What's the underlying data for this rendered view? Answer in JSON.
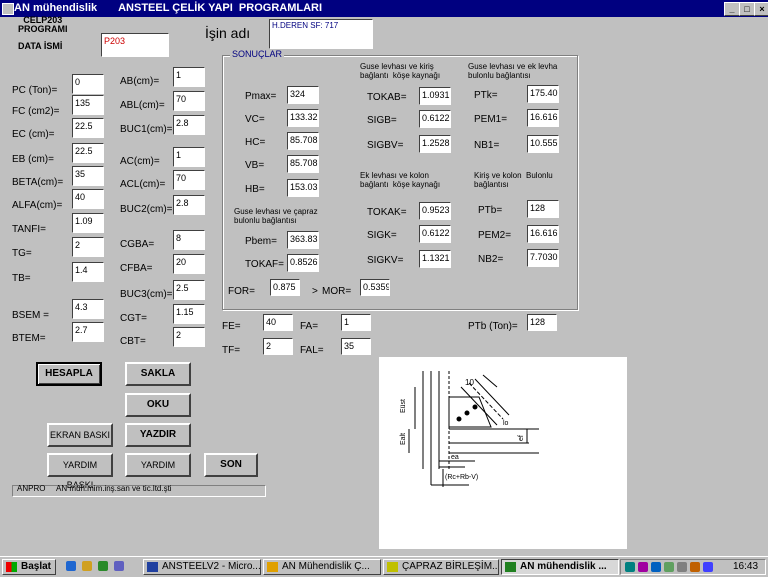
{
  "window": {
    "title": "AN mühendislik       ANSTEEL ÇELİK YAPI  PROGRAMLARI",
    "min": "_",
    "max": "□",
    "close": "×"
  },
  "header": {
    "program_name": "CELP203\nPROGRAMI",
    "data_label": "DATA İSMİ",
    "data_value": "P203",
    "job_label": "İşin adı",
    "job_value": "H.DEREN SF: 717"
  },
  "inputs_left": [
    {
      "label": "PC (Ton)=",
      "value": "0"
    },
    {
      "label": "FC (cm2)=",
      "value": "135"
    },
    {
      "label": "EC (cm)=",
      "value": "22.5"
    },
    {
      "label": "EB (cm)=",
      "value": "22.5"
    },
    {
      "label": "BETA(cm)=",
      "value": "35"
    },
    {
      "label": "ALFA(cm)=",
      "value": "40"
    },
    {
      "label": "TANFI=",
      "value": "1.09"
    },
    {
      "label": "TG=",
      "value": "2"
    },
    {
      "label": "TB=",
      "value": "1.4"
    },
    {
      "label": "BSEM =",
      "value": "4.3"
    },
    {
      "label": "BTEM=",
      "value": "2.7"
    }
  ],
  "inputs_mid": [
    {
      "label": "AB(cm)=",
      "value": "1"
    },
    {
      "label": "ABL(cm)=",
      "value": "70"
    },
    {
      "label": "BUC1(cm)=",
      "value": "2.8"
    },
    {
      "label": "AC(cm)=",
      "value": "1"
    },
    {
      "label": "ACL(cm)=",
      "value": "70"
    },
    {
      "label": "BUC2(cm)=",
      "value": "2.8"
    },
    {
      "label": "CGBA=",
      "value": "8"
    },
    {
      "label": "CFBA=",
      "value": "20"
    },
    {
      "label": "BUC3(cm)=",
      "value": "2.5"
    },
    {
      "label": "CGT=",
      "value": "1.15"
    },
    {
      "label": "CBT=",
      "value": "2"
    }
  ],
  "results": {
    "group_label": "SONUÇLAR",
    "col1": [
      {
        "label": "Pmax=",
        "value": "324"
      },
      {
        "label": "VC=",
        "value": "133.32"
      },
      {
        "label": "HC=",
        "value": "85.708"
      },
      {
        "label": "VB=",
        "value": "85.708"
      },
      {
        "label": "HB=",
        "value": "153.03"
      }
    ],
    "col1_note": "Guse levhası ve çapraz\nbulonlu bağlantısı",
    "col1_b": [
      {
        "label": "Pbem=",
        "value": "363.83"
      },
      {
        "label": "TOKAF=",
        "value": "0.8526"
      }
    ],
    "col2_head1": "Guse levhası ve kiriş\nbağlantı  köşe kaynağı",
    "col2_a": [
      {
        "label": "TOKAB=",
        "value": "1.0931"
      },
      {
        "label": "SIGB=",
        "value": "0.6122"
      },
      {
        "label": "SIGBV=",
        "value": "1.2528"
      }
    ],
    "col2_head2": "Ek levhası ve kolon\nbağlantı  köşe kaynağı",
    "col2_b": [
      {
        "label": "TOKAK=",
        "value": "0.9523"
      },
      {
        "label": "SIGK=",
        "value": "0.6122"
      },
      {
        "label": "SIGKV=",
        "value": "1.1321"
      }
    ],
    "col3_head1": "Guse levhası ve ek levha\nbulonlu bağlantısı",
    "col3_a": [
      {
        "label": "PTk=",
        "value": "175.40"
      },
      {
        "label": "PEM1=",
        "value": "16.616"
      },
      {
        "label": "NB1=",
        "value": "10.555"
      }
    ],
    "col3_head2": "Kiriş ve kolon  Bulonlu\nbağlantısı",
    "col3_b": [
      {
        "label": "PTb=",
        "value": "128"
      },
      {
        "label": "PEM2=",
        "value": "16.616"
      },
      {
        "label": "NB2=",
        "value": "7.7030"
      }
    ],
    "for_label": "FOR=",
    "for_value": "0.875",
    "gt": ">",
    "mor_label": "MOR=",
    "mor_value": "0.5359"
  },
  "lower": {
    "fe_label": "FE=",
    "fe_value": "40",
    "fa_label": "FA=",
    "fa_value": "1",
    "tf_label": "TF=",
    "tf_value": "2",
    "fal_label": "FAL=",
    "fal_value": "35",
    "ptb_label": "PTb (Ton)=",
    "ptb_value": "128"
  },
  "buttons": {
    "hesapla": "HESAPLA",
    "sakla": "SAKLA",
    "oku": "OKU",
    "ekran": "EKRAN BASKI",
    "yazdir": "YAZDIR",
    "yardim_baski": "YARDIM BASKI",
    "yardim": "YARDIM",
    "son": "SON"
  },
  "status": {
    "left": "ANPRO",
    "right": "AN müh.mim.inş.san ve tic.ltd.şti"
  },
  "drawing_labels": {
    "t10": "10",
    "eust": "Eüst",
    "ealt": "Ealt",
    "ea": "ea",
    "lo": "lo",
    "ef": "ef",
    "bottom": "(Rc+Rb-V)"
  },
  "taskbar": {
    "start": "Başlat",
    "tasks": [
      "ANSTEELV2 - Micro...",
      "AN Mühendislik    Ç...",
      "ÇAPRAZ BİRLEŞİM...",
      "AN mühendislik   ..."
    ],
    "clock": "16:43"
  },
  "colors": {
    "title_bg": "#000080",
    "face": "#c0c0c0",
    "red_text": "#cc0000"
  }
}
